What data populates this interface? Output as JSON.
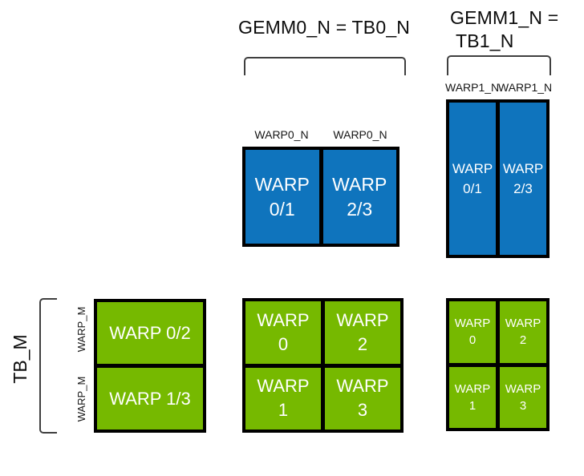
{
  "colors": {
    "blue": "#0F74BD",
    "green": "#76B900",
    "border": "#000000",
    "bracket": "#3F3F3F"
  },
  "top": {
    "gemm0": {
      "title": "GEMM0_N = TB0_N",
      "col_labels": [
        "WARP0_N",
        "WARP0_N"
      ],
      "cells": [
        {
          "l1": "WARP",
          "l2": "0/1"
        },
        {
          "l1": "WARP",
          "l2": "2/3"
        }
      ]
    },
    "gemm1": {
      "title_line1": "GEMM1_N =",
      "title_line2": "TB1_N",
      "col_labels": [
        "WARP1_N",
        "WARP1_N"
      ],
      "cells": [
        {
          "l1": "WARP",
          "l2": "0/1"
        },
        {
          "l1": "WARP",
          "l2": "2/3"
        }
      ]
    }
  },
  "bottom": {
    "tb_m_label": "TB_M",
    "row_labels": [
      "WARP_M",
      "WARP_M"
    ],
    "left_block": {
      "rows": [
        "WARP 0/2",
        "WARP 1/3"
      ]
    },
    "mid_block": {
      "cells": [
        {
          "l1": "WARP",
          "l2": "0"
        },
        {
          "l1": "WARP",
          "l2": "2"
        },
        {
          "l1": "WARP",
          "l2": "1"
        },
        {
          "l1": "WARP",
          "l2": "3"
        }
      ]
    },
    "right_block": {
      "cells": [
        {
          "l1": "WARP",
          "l2": "0"
        },
        {
          "l1": "WARP",
          "l2": "2"
        },
        {
          "l1": "WARP",
          "l2": "1"
        },
        {
          "l1": "WARP",
          "l2": "3"
        }
      ]
    }
  }
}
